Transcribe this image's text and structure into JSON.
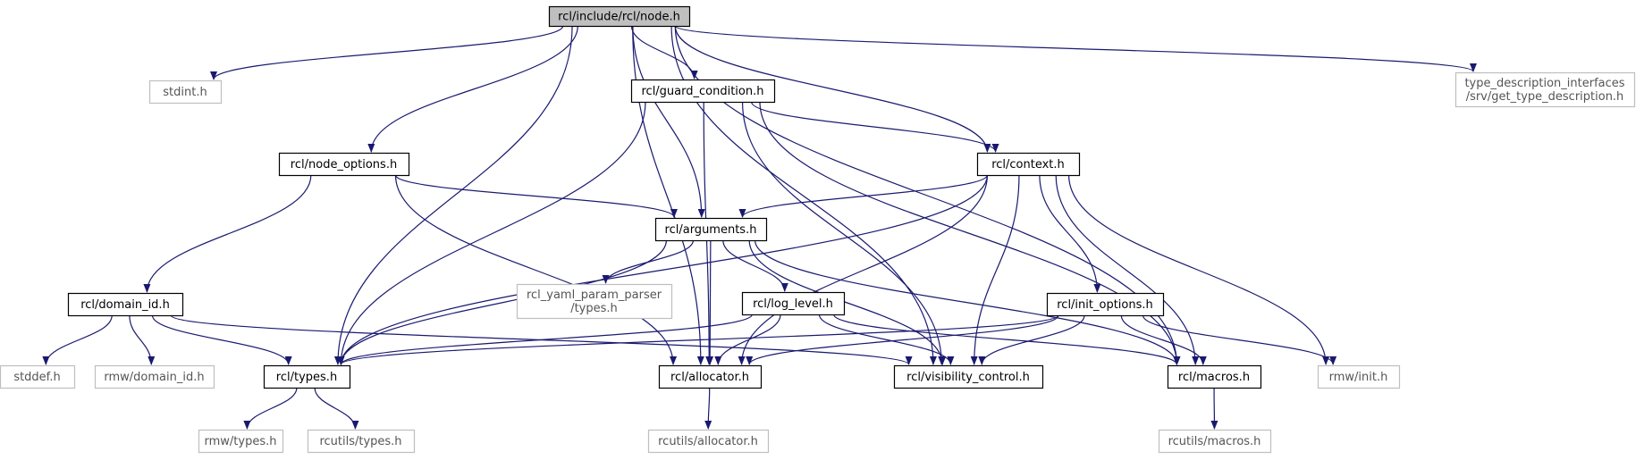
{
  "colors": {
    "edge": "#191970",
    "root_fill": "#bfbfbf",
    "root_stroke": "#000000",
    "internal_fill": "#ffffff",
    "internal_stroke": "#000000",
    "external_fill": "#ffffff",
    "external_stroke": "#bfbfbf",
    "external_text": "#555555"
  },
  "nodes": [
    {
      "id": "node_h",
      "kind": "root",
      "lines": [
        "rcl/include/rcl/node.h"
      ]
    },
    {
      "id": "stdint",
      "kind": "external",
      "lines": [
        "stdint.h"
      ]
    },
    {
      "id": "guard_condition",
      "kind": "internal",
      "lines": [
        "rcl/guard_condition.h"
      ]
    },
    {
      "id": "type_desc",
      "kind": "external",
      "lines": [
        "type_description_interfaces",
        "/srv/get_type_description.h"
      ]
    },
    {
      "id": "node_options",
      "kind": "internal",
      "lines": [
        "rcl/node_options.h"
      ]
    },
    {
      "id": "context",
      "kind": "internal",
      "lines": [
        "rcl/context.h"
      ]
    },
    {
      "id": "arguments",
      "kind": "internal",
      "lines": [
        "rcl/arguments.h"
      ]
    },
    {
      "id": "domain_id",
      "kind": "internal",
      "lines": [
        "rcl/domain_id.h"
      ]
    },
    {
      "id": "yaml_types",
      "kind": "external",
      "lines": [
        "rcl_yaml_param_parser",
        "/types.h"
      ]
    },
    {
      "id": "log_level",
      "kind": "internal",
      "lines": [
        "rcl/log_level.h"
      ]
    },
    {
      "id": "init_options",
      "kind": "internal",
      "lines": [
        "rcl/init_options.h"
      ]
    },
    {
      "id": "stddef",
      "kind": "external",
      "lines": [
        "stddef.h"
      ]
    },
    {
      "id": "rmw_domain_id",
      "kind": "external",
      "lines": [
        "rmw/domain_id.h"
      ]
    },
    {
      "id": "types_h",
      "kind": "internal",
      "lines": [
        "rcl/types.h"
      ]
    },
    {
      "id": "allocator",
      "kind": "internal",
      "lines": [
        "rcl/allocator.h"
      ]
    },
    {
      "id": "visibility",
      "kind": "internal",
      "lines": [
        "rcl/visibility_control.h"
      ]
    },
    {
      "id": "macros",
      "kind": "internal",
      "lines": [
        "rcl/macros.h"
      ]
    },
    {
      "id": "rmw_init",
      "kind": "external",
      "lines": [
        "rmw/init.h"
      ]
    },
    {
      "id": "rmw_types",
      "kind": "external",
      "lines": [
        "rmw/types.h"
      ]
    },
    {
      "id": "rcutils_types",
      "kind": "external",
      "lines": [
        "rcutils/types.h"
      ]
    },
    {
      "id": "rcutils_allocator",
      "kind": "external",
      "lines": [
        "rcutils/allocator.h"
      ]
    },
    {
      "id": "rcutils_macros",
      "kind": "external",
      "lines": [
        "rcutils/macros.h"
      ]
    }
  ],
  "edges": [
    {
      "from": "node_h",
      "to": "stdint"
    },
    {
      "from": "node_h",
      "to": "guard_condition"
    },
    {
      "from": "node_h",
      "to": "type_desc"
    },
    {
      "from": "node_h",
      "to": "node_options"
    },
    {
      "from": "node_h",
      "to": "context"
    },
    {
      "from": "node_h",
      "to": "arguments"
    },
    {
      "from": "node_h",
      "to": "types_h"
    },
    {
      "from": "node_h",
      "to": "allocator"
    },
    {
      "from": "node_h",
      "to": "visibility"
    },
    {
      "from": "node_h",
      "to": "macros"
    },
    {
      "from": "guard_condition",
      "to": "context"
    },
    {
      "from": "guard_condition",
      "to": "types_h"
    },
    {
      "from": "guard_condition",
      "to": "allocator"
    },
    {
      "from": "guard_condition",
      "to": "visibility"
    },
    {
      "from": "guard_condition",
      "to": "macros"
    },
    {
      "from": "node_options",
      "to": "arguments"
    },
    {
      "from": "node_options",
      "to": "domain_id"
    },
    {
      "from": "node_options",
      "to": "allocator"
    },
    {
      "from": "context",
      "to": "arguments"
    },
    {
      "from": "context",
      "to": "types_h"
    },
    {
      "from": "context",
      "to": "allocator"
    },
    {
      "from": "context",
      "to": "visibility"
    },
    {
      "from": "context",
      "to": "macros"
    },
    {
      "from": "context",
      "to": "init_options"
    },
    {
      "from": "context",
      "to": "rmw_init"
    },
    {
      "from": "arguments",
      "to": "yaml_types"
    },
    {
      "from": "arguments",
      "to": "log_level"
    },
    {
      "from": "arguments",
      "to": "types_h"
    },
    {
      "from": "arguments",
      "to": "allocator"
    },
    {
      "from": "arguments",
      "to": "visibility"
    },
    {
      "from": "arguments",
      "to": "macros"
    },
    {
      "from": "domain_id",
      "to": "stddef"
    },
    {
      "from": "domain_id",
      "to": "rmw_domain_id"
    },
    {
      "from": "domain_id",
      "to": "types_h"
    },
    {
      "from": "domain_id",
      "to": "visibility"
    },
    {
      "from": "log_level",
      "to": "types_h"
    },
    {
      "from": "log_level",
      "to": "allocator"
    },
    {
      "from": "log_level",
      "to": "visibility"
    },
    {
      "from": "log_level",
      "to": "macros"
    },
    {
      "from": "init_options",
      "to": "types_h"
    },
    {
      "from": "init_options",
      "to": "allocator"
    },
    {
      "from": "init_options",
      "to": "visibility"
    },
    {
      "from": "init_options",
      "to": "macros"
    },
    {
      "from": "init_options",
      "to": "rmw_init"
    },
    {
      "from": "types_h",
      "to": "rmw_types"
    },
    {
      "from": "types_h",
      "to": "rcutils_types"
    },
    {
      "from": "allocator",
      "to": "rcutils_allocator"
    },
    {
      "from": "macros",
      "to": "rcutils_macros"
    }
  ]
}
